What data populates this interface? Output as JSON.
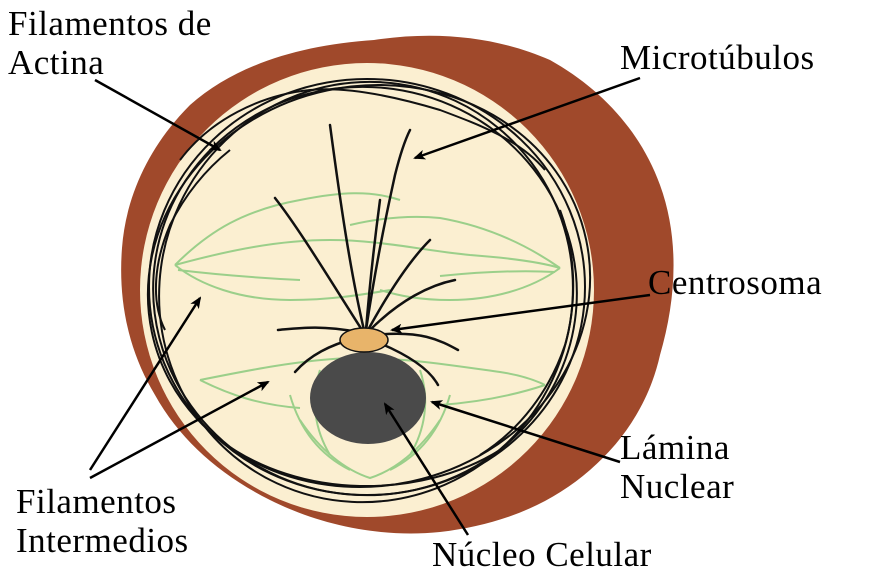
{
  "labels": {
    "actin_line1": "Filamentos de",
    "actin_line2": "Actina",
    "microtubules": "Microtúbulos",
    "centrosome": "Centrosoma",
    "lamina_line1": "Lámina",
    "lamina_line2": "Nuclear",
    "intermediate_line1": "Filamentos",
    "intermediate_line2": "Intermedios",
    "nucleus": "Núcleo Celular"
  },
  "colors": {
    "cell_wall": "#a0492b",
    "cytoplasm": "#fbefd1",
    "actin": "#111111",
    "intermediate_filaments": "#9bcf8a",
    "centrosome": "#e8b46a",
    "nucleus": "#4a4a4a",
    "arrows": "#000000"
  }
}
